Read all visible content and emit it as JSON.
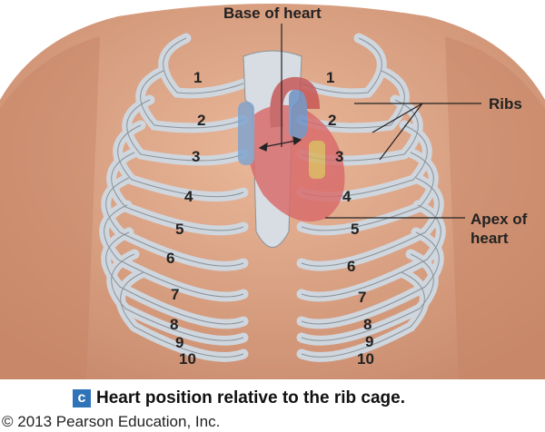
{
  "diagram": {
    "callouts": {
      "base": "Base of heart",
      "ribs": "Ribs",
      "apex_line1": "Apex of",
      "apex_line2": "heart"
    },
    "rib_numbers_left": [
      "1",
      "2",
      "3",
      "4",
      "5",
      "6",
      "7",
      "8",
      "9",
      "10"
    ],
    "rib_numbers_right": [
      "1",
      "2",
      "3",
      "4",
      "5",
      "6",
      "7",
      "8",
      "9",
      "10"
    ],
    "caption": {
      "panel": "c",
      "text": "Heart position relative to the rib cage."
    },
    "copyright": "© 2013 Pearson Education, Inc.",
    "colors": {
      "skin": "#e2ad8f",
      "rib": "#cfd6dd",
      "heart": "#d96a6a",
      "vessel_blue": "#7fa3cf"
    }
  }
}
